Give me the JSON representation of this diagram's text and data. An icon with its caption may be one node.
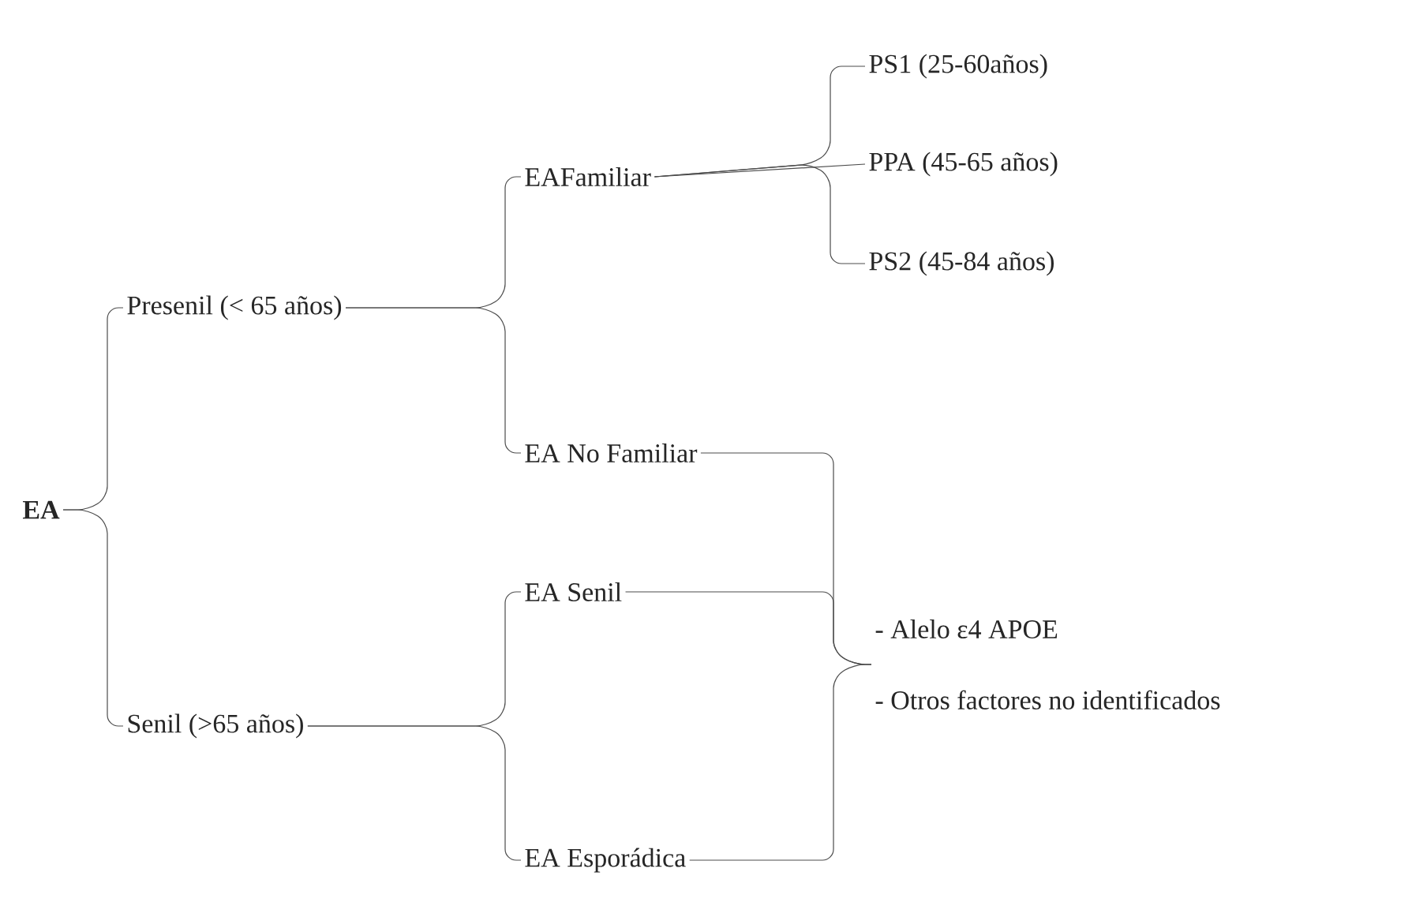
{
  "diagram": {
    "nodes": [
      {
        "text": [
          "EA"
        ]
      },
      {
        "text": [
          "Presenil (< 65 años)"
        ]
      },
      {
        "text": [
          "Senil (>65 años)"
        ]
      },
      {
        "text": [
          "EAFamiliar"
        ]
      },
      {
        "text": [
          "EA No Familiar"
        ]
      },
      {
        "text": [
          "EA Senil"
        ]
      },
      {
        "text": [
          "EA Esporádica"
        ]
      },
      {
        "text": [
          "PS1 (25-60años)"
        ]
      },
      {
        "text": [
          "PPA (45-65 años)"
        ]
      },
      {
        "text": [
          "PS2 (45-84 años)"
        ]
      },
      {
        "text": [
          "- Alelo ε4 APOE",
          "- Otros factores no identificados"
        ]
      }
    ],
    "edges": [
      {
        "from": 0,
        "to": 1,
        "arrow": "none"
      },
      {
        "from": 0,
        "to": 2,
        "arrow": "none"
      },
      {
        "from": 1,
        "to": 3,
        "arrow": "none"
      },
      {
        "from": 1,
        "to": 4,
        "arrow": "none"
      },
      {
        "from": 2,
        "to": 5,
        "arrow": "none"
      },
      {
        "from": 2,
        "to": 6,
        "arrow": "none"
      },
      {
        "from": 3,
        "to": 7,
        "arrow": "none"
      },
      {
        "from": 3,
        "to": 8,
        "arrow": "none"
      },
      {
        "from": 3,
        "to": 9,
        "arrow": "none"
      },
      {
        "from": 4,
        "to": 10,
        "arrow": "none"
      },
      {
        "from": 5,
        "to": 10,
        "arrow": "none"
      },
      {
        "from": 6,
        "to": 10,
        "arrow": "none"
      }
    ]
  }
}
